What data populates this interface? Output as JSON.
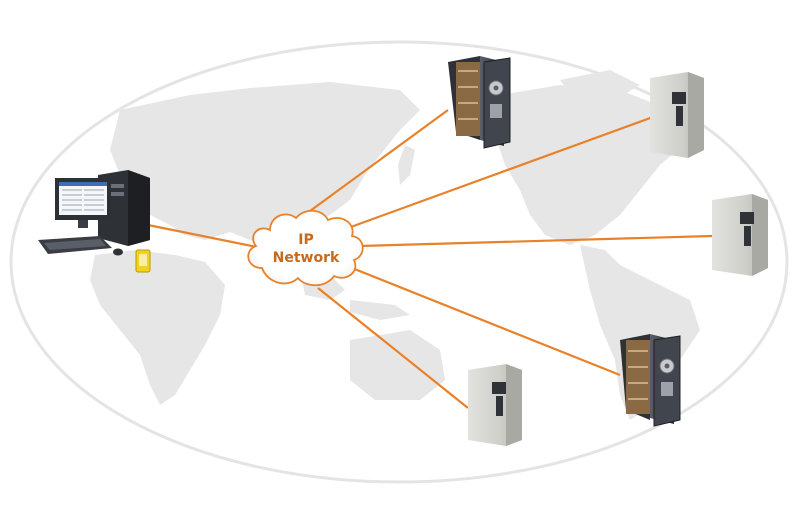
{
  "cloud": {
    "line1": "IP",
    "line2": "Network"
  },
  "colors": {
    "link": "#e8822a",
    "cloud_fill": "#ffffff",
    "cloud_text": "#c66a1c",
    "land": "#e6e6e6",
    "ellipse_stroke": "#e4e4e4",
    "safe_grey": "#c9c9c4",
    "safe_dark": "#3b3f46"
  },
  "nodes": [
    {
      "id": "workstation",
      "icon": "computer-icon"
    },
    {
      "id": "safe-open-top",
      "icon": "open-safe-icon"
    },
    {
      "id": "safe-top-right",
      "icon": "safe-icon"
    },
    {
      "id": "safe-right",
      "icon": "safe-icon"
    },
    {
      "id": "safe-open-bottom-right",
      "icon": "open-safe-icon"
    },
    {
      "id": "safe-bottom",
      "icon": "safe-icon"
    }
  ]
}
